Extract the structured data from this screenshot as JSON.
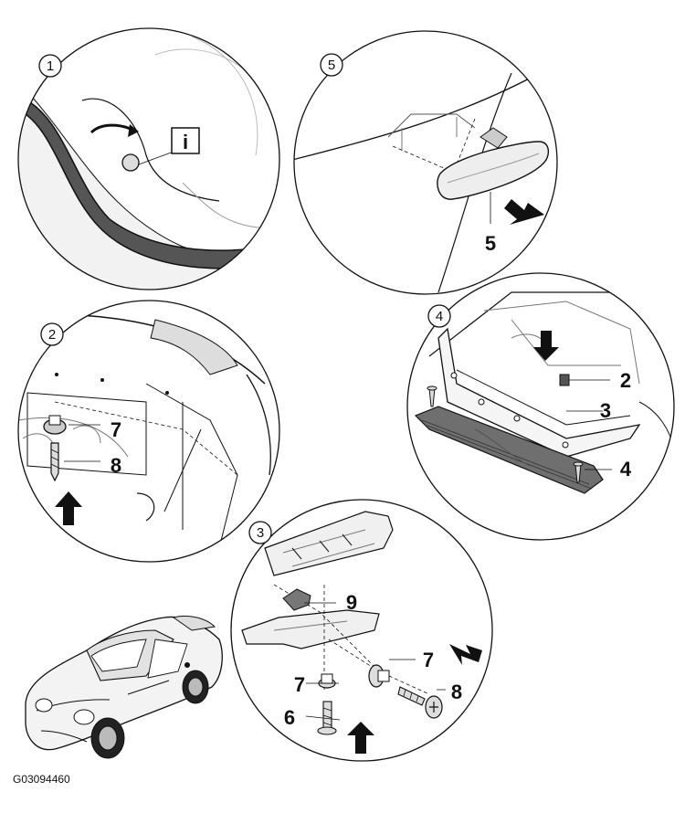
{
  "document_code": "G03094460",
  "panels": [
    {
      "step": "1",
      "icon": "info-icon",
      "icon_glyph": "i"
    },
    {
      "step": "5",
      "callouts": [
        "5"
      ]
    },
    {
      "step": "2",
      "callouts": [
        "7",
        "8"
      ]
    },
    {
      "step": "4",
      "callouts": [
        "2",
        "3",
        "4"
      ]
    },
    {
      "step": "3",
      "callouts": [
        "9",
        "7",
        "8",
        "7",
        "6"
      ]
    }
  ],
  "colors": {
    "line": "#111111",
    "fill_light": "#eeeeee",
    "fill_mid": "#bdbdbd",
    "fill_dark": "#6f6f6f",
    "seal": "#555555"
  }
}
